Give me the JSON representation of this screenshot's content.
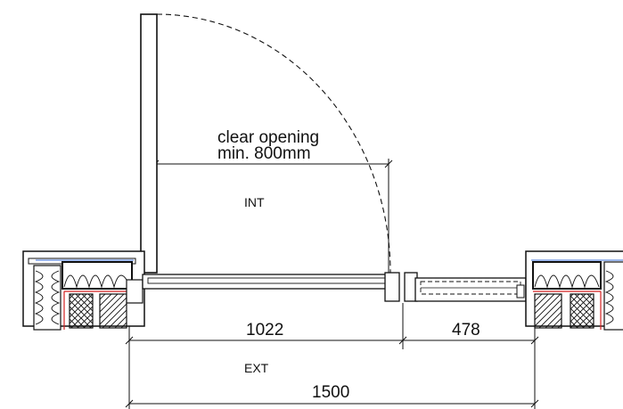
{
  "labels": {
    "clear_opening_line1": "clear opening",
    "clear_opening_line2": "min. 800mm",
    "interior": "INT",
    "exterior": "EXT"
  },
  "dimensions": {
    "door_leaf_width": "1022",
    "side_panel_width": "478",
    "overall_width": "1500"
  },
  "colors": {
    "line": "#111111",
    "membrane_red": "#d62020",
    "membrane_blue": "#3a6fd8"
  }
}
